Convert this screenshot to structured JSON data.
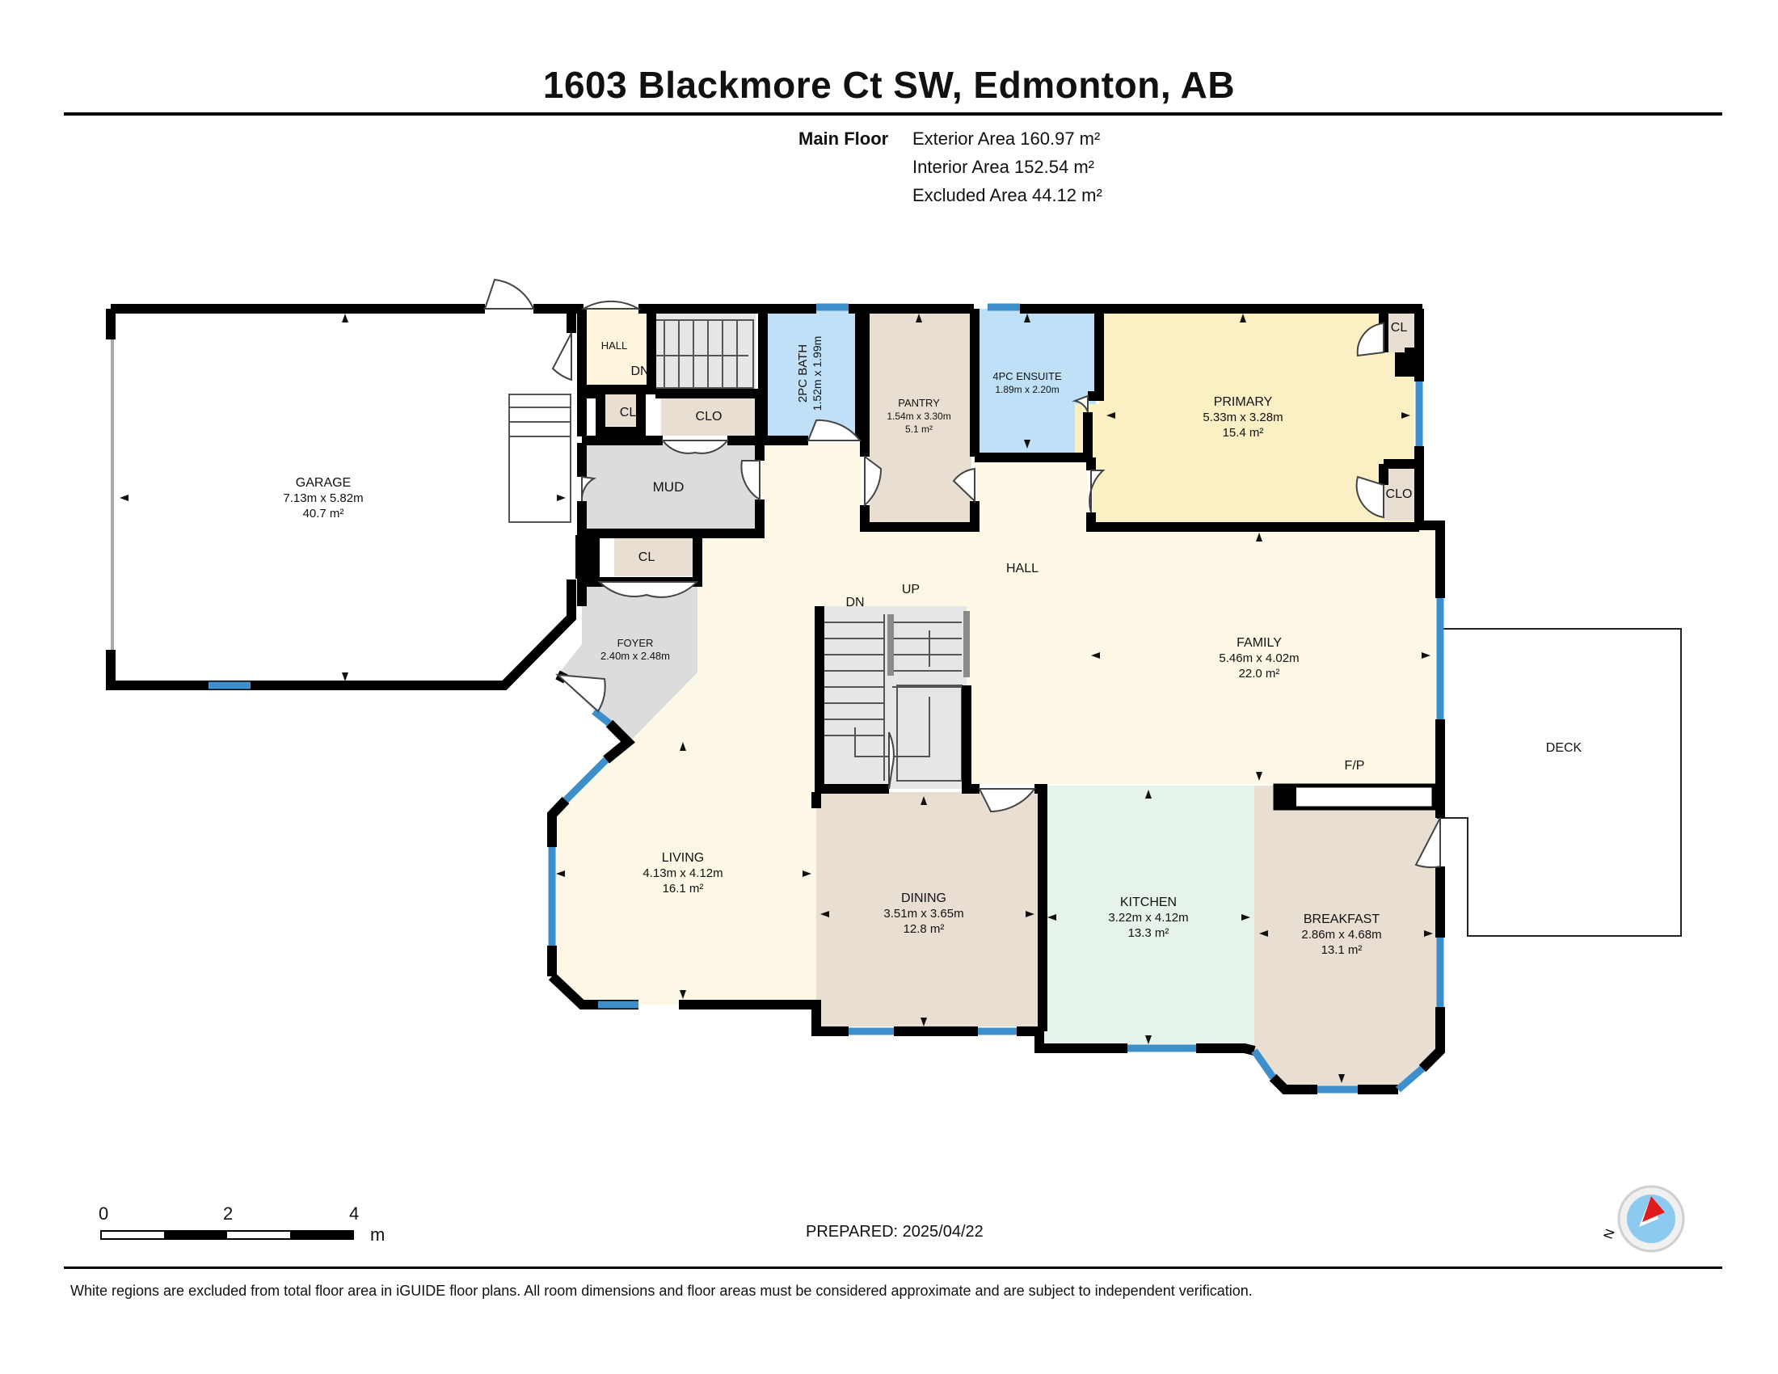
{
  "header": {
    "title": "1603 Blackmore Ct SW, Edmonton, AB",
    "floor_label": "Main Floor",
    "exterior_area": "Exterior Area 160.97 m²",
    "interior_area": "Interior Area 152.54 m²",
    "excluded_area": "Excluded Area 44.12 m²"
  },
  "rooms": {
    "garage": {
      "name": "GARAGE",
      "dims": "7.13m x 5.82m",
      "area": "40.7 m²"
    },
    "hall_small": {
      "name": "HALL"
    },
    "dn_small": {
      "name": "DN"
    },
    "cl_1": {
      "name": "CL"
    },
    "clo_1": {
      "name": "CLO"
    },
    "mud": {
      "name": "MUD"
    },
    "cl_2": {
      "name": "CL"
    },
    "foyer": {
      "name": "FOYER",
      "dims": "2.40m x 2.48m"
    },
    "bath2": {
      "name": "2PC BATH",
      "dims": "1.52m x 1.99m"
    },
    "pantry": {
      "name": "PANTRY",
      "dims": "1.54m x 3.30m",
      "area": "5.1 m²"
    },
    "ensuite": {
      "name": "4PC ENSUITE",
      "dims": "1.89m x 2.20m"
    },
    "primary": {
      "name": "PRIMARY",
      "dims": "5.33m x 3.28m",
      "area": "15.4 m²"
    },
    "cl_3": {
      "name": "CL"
    },
    "clo_2": {
      "name": "CLO"
    },
    "hall_main": {
      "name": "HALL"
    },
    "dn_main": {
      "name": "DN"
    },
    "up_main": {
      "name": "UP"
    },
    "family": {
      "name": "FAMILY",
      "dims": "5.46m x 4.02m",
      "area": "22.0 m²"
    },
    "deck": {
      "name": "DECK"
    },
    "fp": {
      "name": "F/P"
    },
    "living": {
      "name": "LIVING",
      "dims": "4.13m x 4.12m",
      "area": "16.1 m²"
    },
    "dining": {
      "name": "DINING",
      "dims": "3.51m x 3.65m",
      "area": "12.8 m²"
    },
    "kitchen": {
      "name": "KITCHEN",
      "dims": "3.22m x 4.12m",
      "area": "13.3 m²"
    },
    "breakfast": {
      "name": "BREAKFAST",
      "dims": "2.86m x 4.68m",
      "area": "13.1 m²"
    }
  },
  "scale": {
    "ticks": [
      "0",
      "2",
      "4"
    ],
    "unit": "m"
  },
  "compass": {
    "label": "N"
  },
  "footer": {
    "prepared": "PREPARED: 2025/04/22",
    "disclaimer": "White regions are excluded from total floor area in iGUIDE floor plans. All room dimensions and floor areas must be considered approximate and are subject to independent verification."
  },
  "colors": {
    "wall": "#000000",
    "window": "#3d8fcc",
    "hall_fill": "#fdf8e6",
    "bath_fill": "#bfe0f7",
    "primary_fill": "#fbefc4",
    "pantry_fill": "#e8dfd2",
    "mud_fill": "#dcdcdc",
    "kitchen_fill": "#e6f3ea"
  }
}
